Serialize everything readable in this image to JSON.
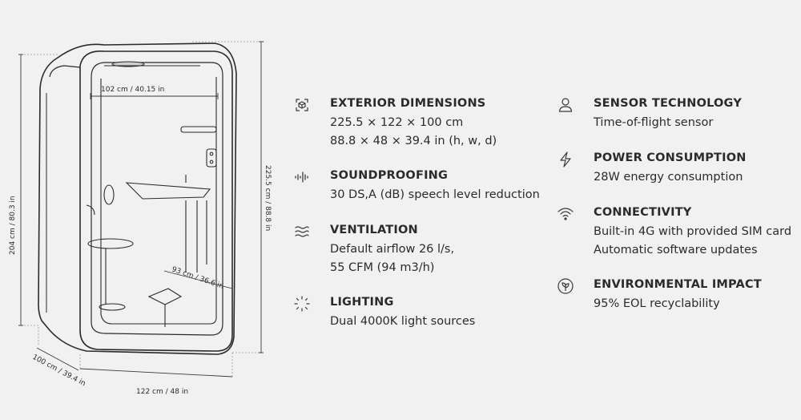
{
  "diagram": {
    "dimensions": {
      "interior_width": "102 cm / 40.15 in",
      "total_height": "204 cm / 80.3 in",
      "total_height_right": "225.5 cm / 88.8 in",
      "interior_depth": "93 cm / 36.6 in",
      "depth": "100 cm / 39.4 in",
      "width": "122 cm / 48 in"
    }
  },
  "specs": [
    {
      "icon": "dimensions-icon",
      "title": "EXTERIOR DIMENSIONS",
      "lines": [
        "225.5 × 122 × 100 cm",
        "88.8 × 48 × 39.4 in (h, w, d)"
      ]
    },
    {
      "icon": "soundproofing-icon",
      "title": "SOUNDPROOFING",
      "lines": [
        "30 DS,A (dB) speech level reduction"
      ]
    },
    {
      "icon": "ventilation-icon",
      "title": "VENTILATION",
      "lines": [
        "Default airflow 26 l/s,",
        "55 CFM (94 m3/h)"
      ]
    },
    {
      "icon": "lighting-icon",
      "title": "LIGHTING",
      "lines": [
        "Dual 4000K light sources"
      ]
    },
    {
      "icon": "sensor-icon",
      "title": "SENSOR TECHNOLOGY",
      "lines": [
        "Time-of-flight sensor"
      ]
    },
    {
      "icon": "power-icon",
      "title": "POWER CONSUMPTION",
      "lines": [
        "28W energy consumption"
      ]
    },
    {
      "icon": "connectivity-icon",
      "title": "CONNECTIVITY",
      "lines": [
        "Built-in 4G with provided SIM card",
        "Automatic software updates"
      ]
    },
    {
      "icon": "leaf-icon",
      "title": "ENVIRONMENTAL IMPACT",
      "lines": [
        "95% EOL recyclability"
      ]
    }
  ]
}
